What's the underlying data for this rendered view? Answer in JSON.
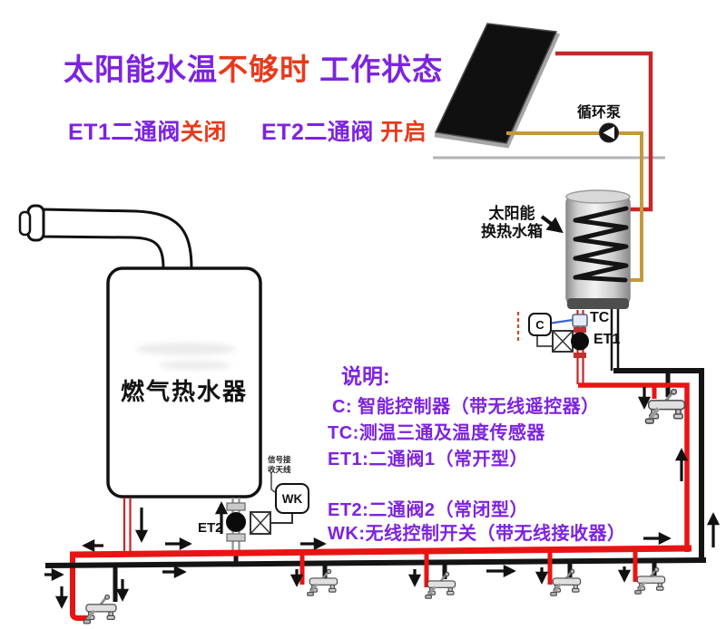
{
  "title": {
    "part1": "太阳能水温",
    "part2": "不够时",
    "part3": " 工作状态"
  },
  "status": {
    "et1_label": "ET1二通阀",
    "et1_state": "关闭",
    "et2_label": "ET2二通阀",
    "et2_state": " 开启"
  },
  "labels": {
    "pump": "循环泵",
    "tank_line1": "太阳能",
    "tank_line2": "换热水箱",
    "heater": "燃气热水器",
    "tc": "TC",
    "et1": "ET1",
    "et2": "ET2",
    "c": "C",
    "wk": "WK",
    "antenna": "信号接\n收天线"
  },
  "legend": {
    "heading": "说明:",
    "items": [
      "C: 智能控制器（带无线遥控器）",
      "TC:测温三通及温度传感器",
      "ET1:二通阀1（常开型）",
      "ET2:二通阀2（常闭型）",
      "WK:无线控制开关（带无线接收器）"
    ]
  },
  "colors": {
    "purple_text": "#7d23e0",
    "red_text": "#e8391c",
    "hot_pipe_red": "#e81414",
    "solar_pipe_red": "#c4282b",
    "return_pipe_yellow": "#c5983c",
    "cold_pipe_black": "#141414"
  }
}
